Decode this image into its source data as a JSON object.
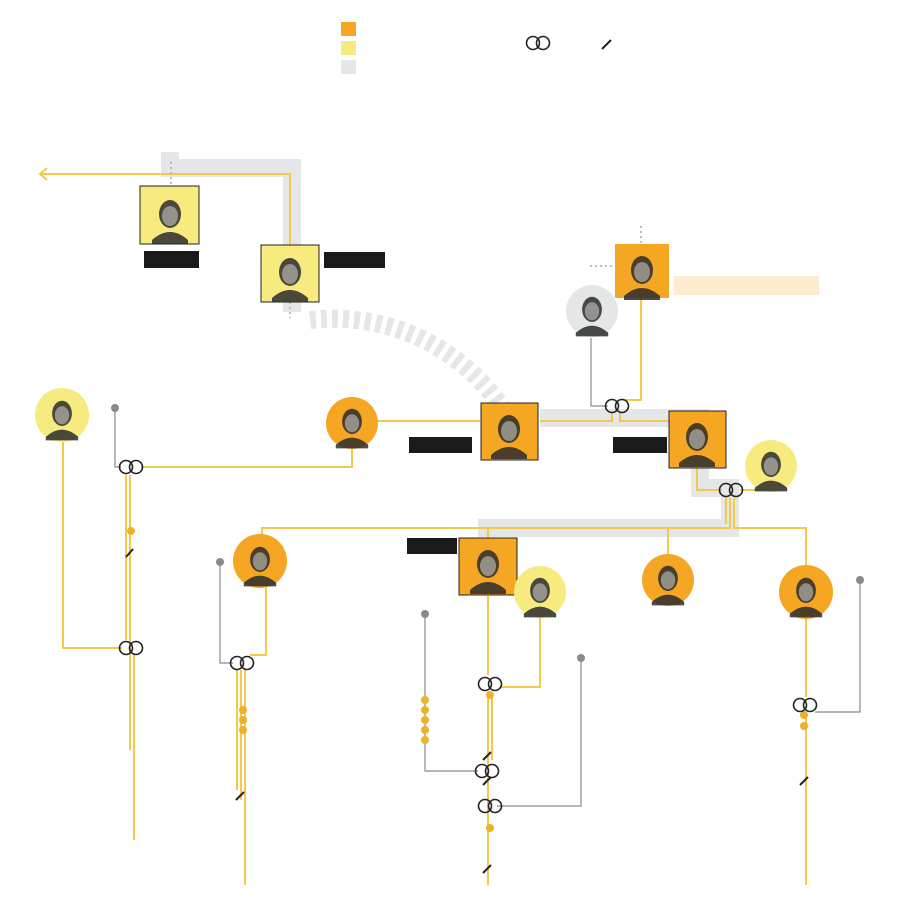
{
  "colors": {
    "monarch_orange": "#F5A623",
    "royal_yellow": "#F7EB7F",
    "line_yellow": "#F2C94C",
    "married_out_grey": "#E5E6E8",
    "line_grey": "#8A8A8A",
    "label_black": "#1A1A1A",
    "highlight_peach": "#FDEBCF",
    "dot_orange": "#EDB12A"
  },
  "legend": {
    "swatches": [
      {
        "name": "monarch-swatch",
        "color": "#F5A623"
      },
      {
        "name": "royal-swatch",
        "color": "#F7EB7F"
      },
      {
        "name": "commoner-swatch",
        "color": "#E5E6E8"
      }
    ],
    "marriage_icon": "interlocking-rings-icon",
    "divorce_icon": "slash-icon"
  },
  "nodes": [
    {
      "id": "rama7",
      "shape": "square",
      "category": "royal"
    },
    {
      "id": "prince-mahidol",
      "shape": "square",
      "category": "royal"
    },
    {
      "id": "rama8",
      "shape": "square",
      "category": "monarch"
    },
    {
      "id": "rama9",
      "shape": "square",
      "category": "monarch"
    },
    {
      "id": "princess-mother",
      "shape": "circle",
      "category": "commoner"
    },
    {
      "id": "queen-sirikit",
      "shape": "circle",
      "category": "royal"
    },
    {
      "id": "galyani",
      "shape": "circle",
      "category": "monarch"
    },
    {
      "id": "prince-consort-1",
      "shape": "circle",
      "category": "royal"
    },
    {
      "id": "ubolratana",
      "shape": "circle",
      "category": "monarch"
    },
    {
      "id": "rama10",
      "shape": "square",
      "category": "monarch"
    },
    {
      "id": "queen-suthida",
      "shape": "circle",
      "category": "royal"
    },
    {
      "id": "sirindhorn",
      "shape": "circle",
      "category": "monarch"
    },
    {
      "id": "chulabhorn",
      "shape": "circle",
      "category": "monarch"
    },
    {
      "id": "grandfather",
      "shape": "square",
      "category": "monarch"
    }
  ]
}
